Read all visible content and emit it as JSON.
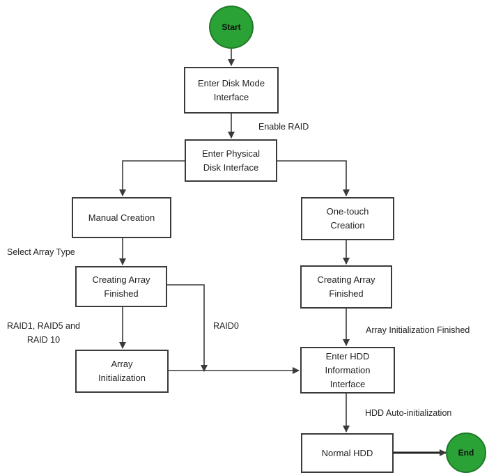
{
  "nodes": {
    "start": "Start",
    "end": "End",
    "disk_mode": [
      "Enter Disk Mode",
      "Interface"
    ],
    "physical_disk": [
      "Enter Physical",
      "Disk Interface"
    ],
    "manual_creation": [
      "Manual Creation"
    ],
    "one_touch": [
      "One-touch",
      "Creation"
    ],
    "creating_left": [
      "Creating Array",
      "Finished"
    ],
    "creating_right": [
      "Creating Array",
      "Finished"
    ],
    "array_init": [
      "Array",
      "Initialization"
    ],
    "hdd_info": [
      "Enter HDD",
      "Information",
      "Interface"
    ],
    "normal_hdd": [
      "Normal HDD"
    ]
  },
  "edge_labels": {
    "enable_raid": "Enable RAID",
    "select_array_type": "Select Array Type",
    "raid_levels": [
      "RAID1, RAID5 and",
      "RAID 10"
    ],
    "raid0": "RAID0",
    "array_init_finished": "Array Initialization Finished",
    "hdd_auto_init": "HDD Auto-initialization"
  },
  "colors": {
    "terminal_fill": "#2aa236",
    "line": "#3a3a3a"
  }
}
